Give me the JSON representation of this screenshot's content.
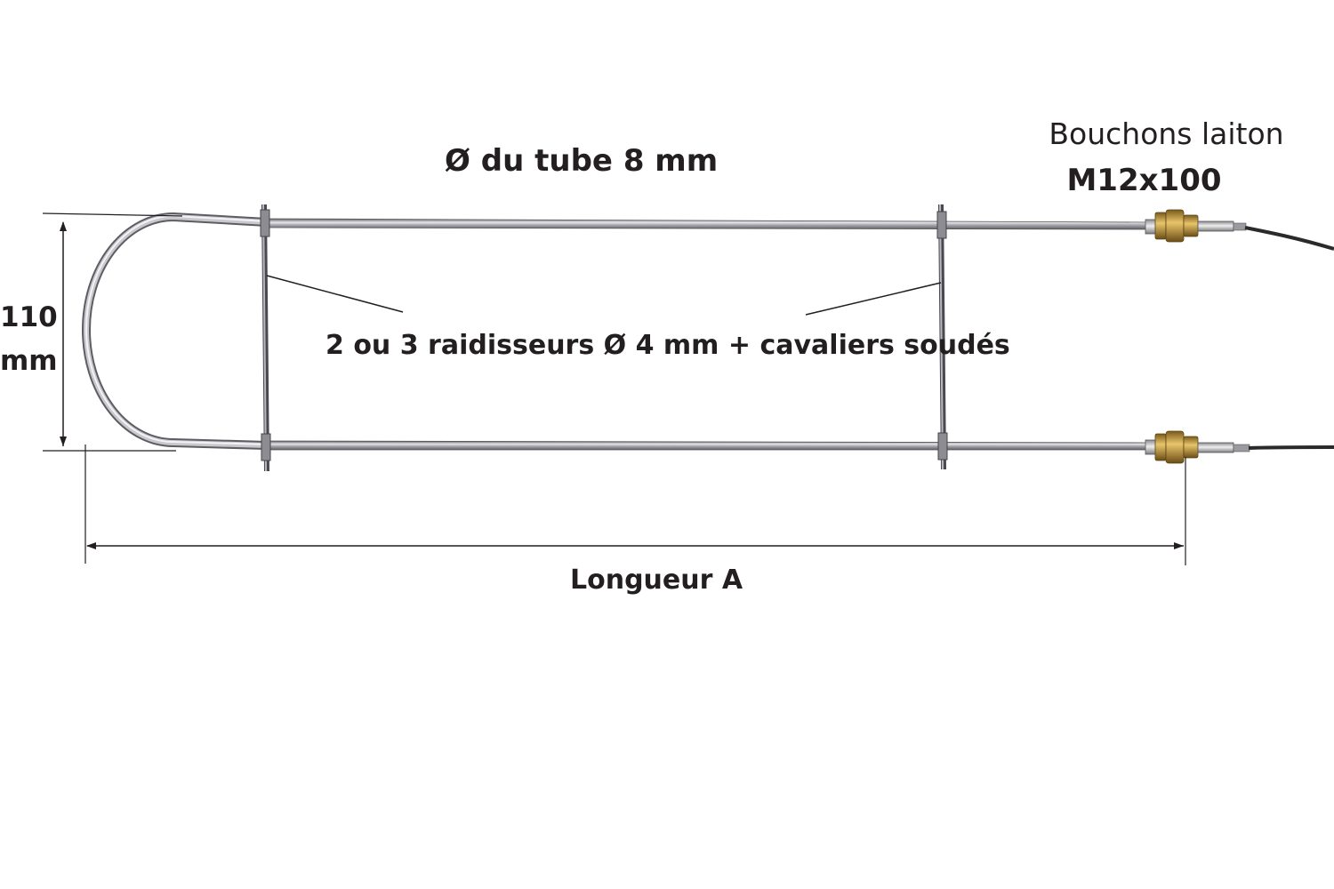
{
  "labels": {
    "tube_diameter": "Ø du tube 8 mm",
    "brass_caps_title": "Bouchons laiton",
    "brass_caps_thread": "M12x100",
    "stiffeners": "2 ou 3 raidisseurs Ø 4 mm + cavaliers soudés",
    "height_value": "110",
    "height_unit": "mm",
    "length": "Longueur A"
  },
  "colors": {
    "text": "#231f20",
    "dimension_lines": "#231f20",
    "tube_light": "#e6e6ea",
    "tube_mid": "#a7a5ac",
    "tube_dark": "#5f5c64",
    "brass": "#c9a24a",
    "cable": "#2a2a2a"
  }
}
